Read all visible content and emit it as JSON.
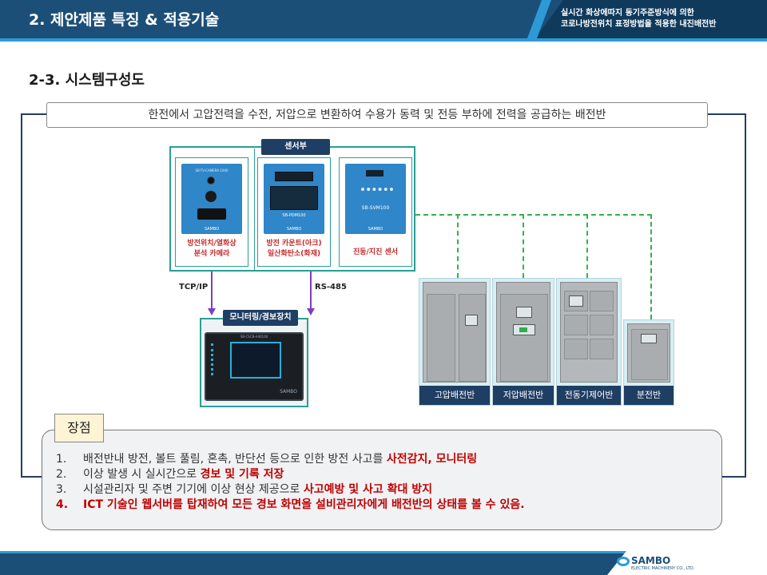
{
  "header": {
    "title": "2. 제안제품 특징 & 적용기술",
    "subtitle_line1": "실시간 화상에따지 동기주준방식에 의한",
    "subtitle_line2": "코로나방전위치 표정방법을 적용한 내진배전반"
  },
  "section_title": "2-3. 시스템구성도",
  "summary": "한전에서 고압전력을 수전, 저압으로 변환하여 수용가 동력 및 전등 부하에 전력을 공급하는 배전반",
  "sensor_group": {
    "label": "센서부",
    "cards": [
      {
        "caption_line1": "방전위치/열화상",
        "caption_line2": "분석 카메라",
        "device_text": "SB-TV-CAMERA-1000"
      },
      {
        "caption_line1": "방전 카운트(아크)",
        "caption_line2": "일산화탄소(화재)",
        "device_text": "SB-PDM100"
      },
      {
        "caption_line1": "진동/지진 센서",
        "caption_line2": "",
        "device_text": "SB-SVM100"
      }
    ],
    "device_brand": "SAMBO"
  },
  "protocols": {
    "left": "TCP/IP",
    "right": "RS-485"
  },
  "monitoring": {
    "label": "모니터링/경보장치",
    "device_brand": "SAMBO",
    "device_model": "SB-CSCB-A40100"
  },
  "switchboards": [
    {
      "label": "고압배전반"
    },
    {
      "label": "저압배전반"
    },
    {
      "label": "전동기제어반"
    },
    {
      "label": "분전반"
    }
  ],
  "advantages": {
    "tag": "장점",
    "items": [
      {
        "num": "1.",
        "text": "배전반내 방전, 볼트 풀림, 혼촉, 반단선 등으로 인한 방전 사고를 ",
        "highlight": "사전감지, 모니터링"
      },
      {
        "num": "2.",
        "text": "이상 발생 시 실시간으로 ",
        "highlight": "경보 및 기록 저장"
      },
      {
        "num": "3.",
        "text": "시설관리자 및 주변 기기에 이상 현상 제공으로 ",
        "highlight": "사고예방 및 사고 확대 방지"
      },
      {
        "num": "4.",
        "text": "ICT 기술인 웹서버를 탑재하여 모든 경보 화면을 설비관리자에게 배전반의 상태를 볼 수 있음.",
        "highlight": ""
      }
    ]
  },
  "footer": {
    "logo": "SAMBO",
    "logo_sub": "ELECTRIC MACHINERY CO., LTD."
  },
  "colors": {
    "navy": "#1c4f78",
    "accent_blue": "#2d9ad6",
    "teal": "#2a9e96",
    "red": "#c00000",
    "purple": "#7b3fbf",
    "green_dash": "#31b24a"
  }
}
